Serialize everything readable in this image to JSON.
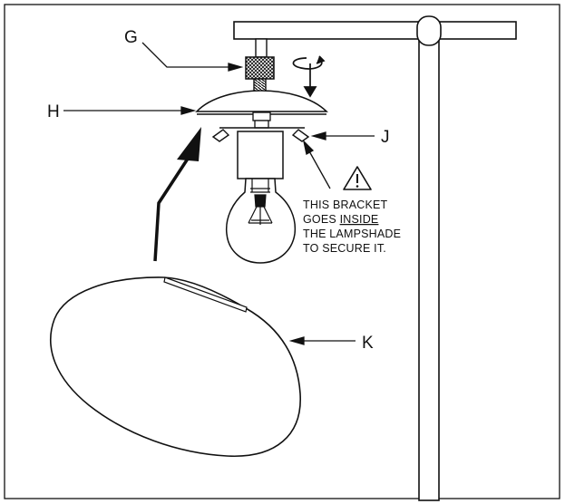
{
  "labels": {
    "g": "G",
    "h": "H",
    "j": "J",
    "k": "K"
  },
  "warning": {
    "icon": "warning-triangle-icon",
    "line1": "THIS BRACKET",
    "line2_prefix": "GOES ",
    "line2_emphasis": "INSIDE",
    "line3": "THE LAMPSHADE",
    "line4": "TO SECURE IT."
  },
  "colors": {
    "ink": "#111111",
    "background": "#ffffff"
  }
}
